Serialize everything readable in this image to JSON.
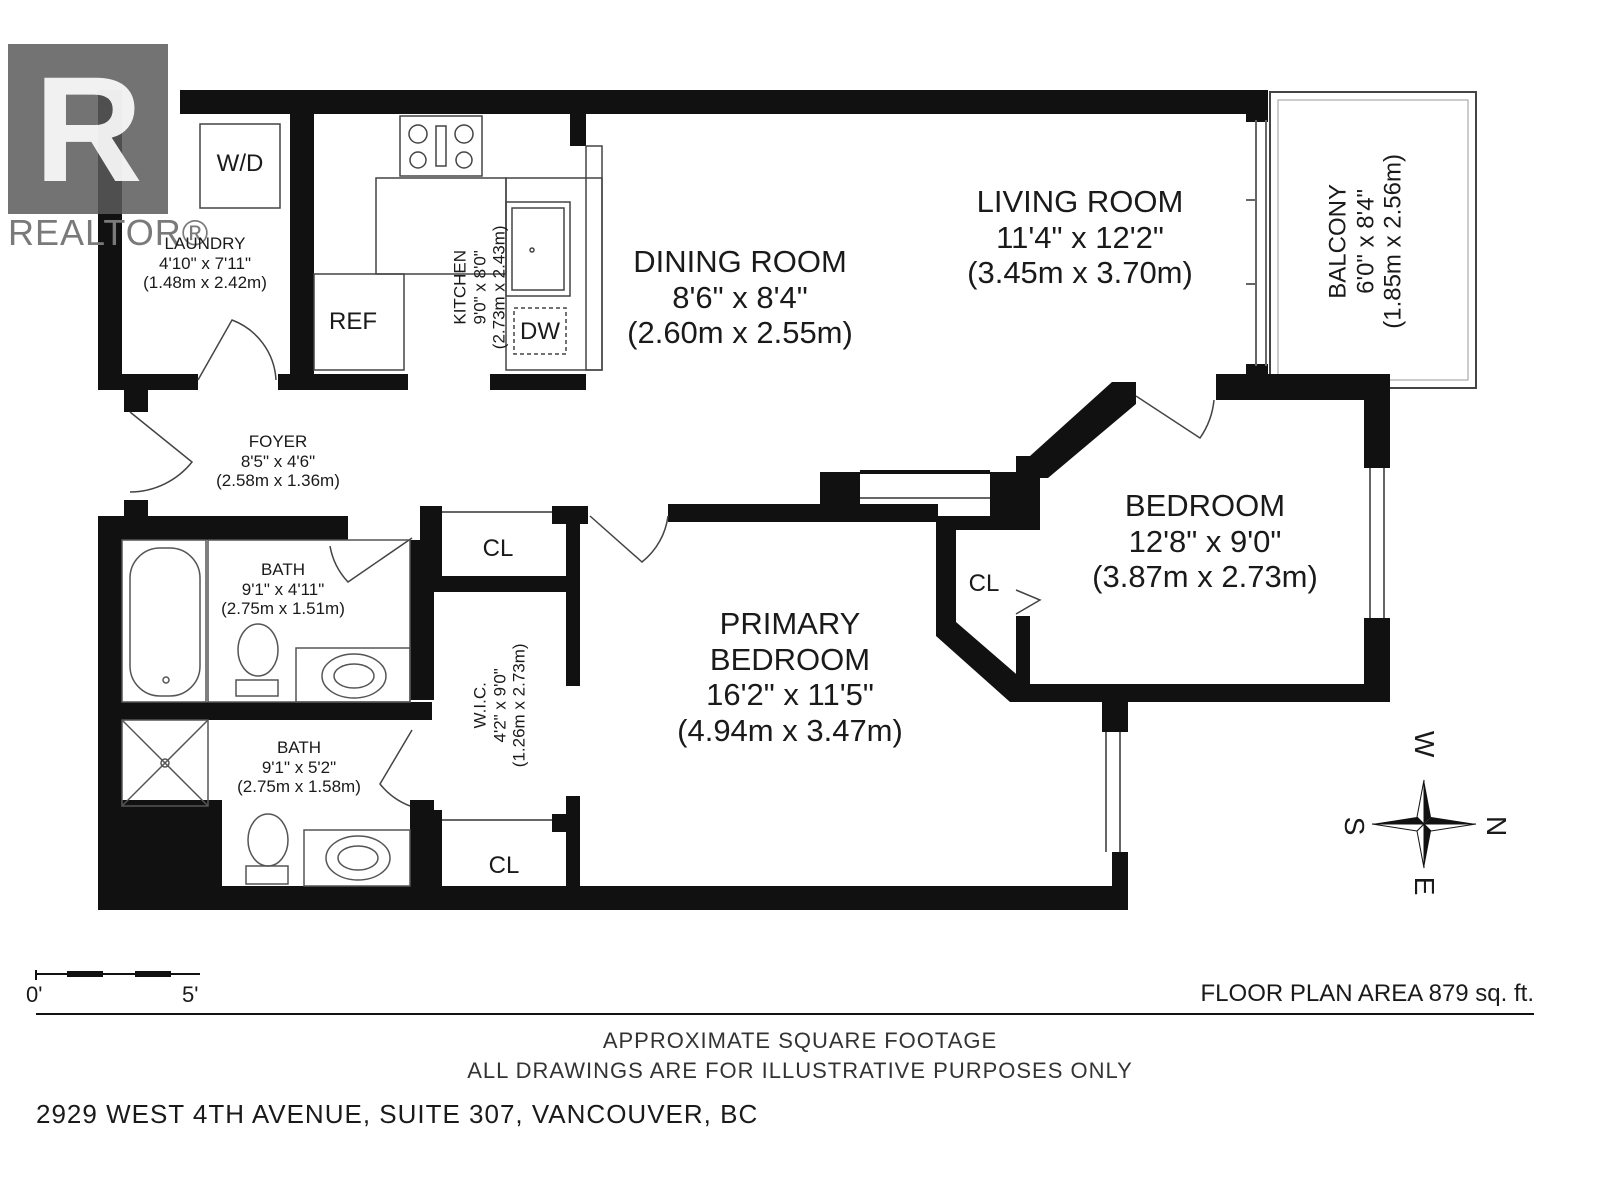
{
  "watermark": {
    "text": "REALTOR®"
  },
  "rooms": {
    "laundry": {
      "name": "LAUNDRY",
      "imperial": "4'10\" x 7'11\"",
      "metric": "(1.48m x 2.42m)"
    },
    "kitchen": {
      "name": "KITCHEN",
      "imperial": "9'0\" x 8'0\"",
      "metric": "(2.73m x 2.43m)"
    },
    "dining": {
      "name": "DINING ROOM",
      "imperial": "8'6\" x 8'4\"",
      "metric": "(2.60m x 2.55m)"
    },
    "living": {
      "name": "LIVING ROOM",
      "imperial": "11'4\" x 12'2\"",
      "metric": "(3.45m x 3.70m)"
    },
    "balcony": {
      "name": "BALCONY",
      "imperial": "6'0\" x 8'4\"",
      "metric": "(1.85m x 2.56m)"
    },
    "foyer": {
      "name": "FOYER",
      "imperial": "8'5\" x 4'6\"",
      "metric": "(2.58m x 1.36m)"
    },
    "bedroom": {
      "name": "BEDROOM",
      "imperial": "12'8\" x 9'0\"",
      "metric": "(3.87m x 2.73m)"
    },
    "bath1": {
      "name": "BATH",
      "imperial": "9'1\" x 4'11\"",
      "metric": "(2.75m x 1.51m)"
    },
    "bath2": {
      "name": "BATH",
      "imperial": "9'1\" x 5'2\"",
      "metric": "(2.75m x 1.58m)"
    },
    "wic": {
      "name": "W.I.C.",
      "imperial": "4'2\" x 9'0\"",
      "metric": "(1.26m x 2.73m)"
    },
    "primary": {
      "name_line1": "PRIMARY",
      "name_line2": "BEDROOM",
      "imperial": "16'2\" x 11'5\"",
      "metric": "(4.94m x 3.47m)"
    }
  },
  "fixtures": {
    "wd": "W/D",
    "ref": "REF",
    "dw": "DW",
    "cl": "CL"
  },
  "compass": {
    "north": "N",
    "south": "S",
    "east": "E",
    "west": "W"
  },
  "scale": {
    "start": "0'",
    "end": "5'"
  },
  "area": "FLOOR PLAN AREA 879 sq. ft.",
  "disclaimer": {
    "line1": "APPROXIMATE SQUARE FOOTAGE",
    "line2": "ALL DRAWINGS ARE FOR ILLUSTRATIVE PURPOSES ONLY"
  },
  "address": "2929 WEST 4TH AVENUE, SUITE 307, VANCOUVER, BC"
}
